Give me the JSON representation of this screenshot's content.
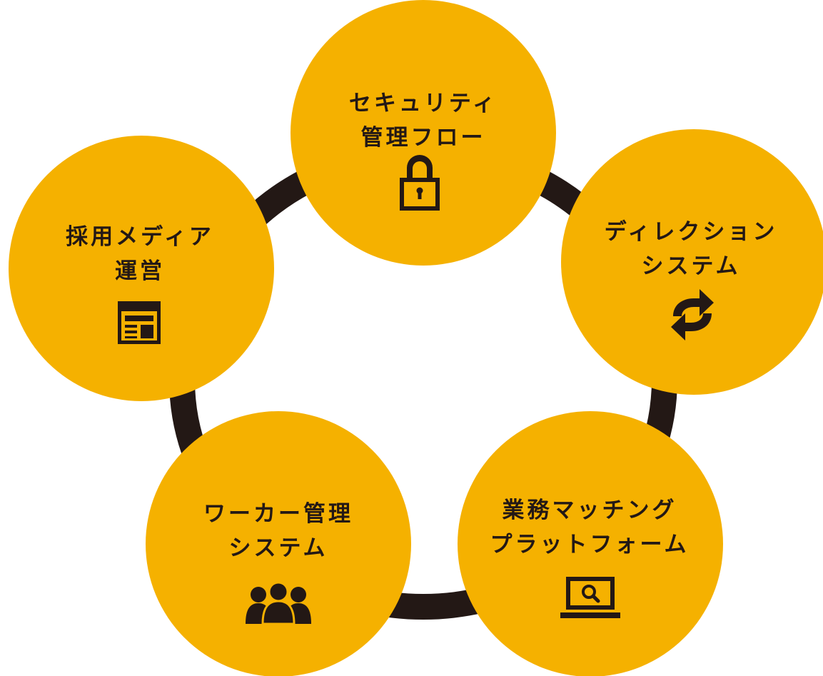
{
  "colors": {
    "node_fill": "#F5B100",
    "ring": "#231815",
    "icon": "#231815",
    "text": "#231815",
    "background": "#FFFFFF"
  },
  "nodes": [
    {
      "id": "security",
      "line1": "セキュリティ",
      "line2": "管理フロー",
      "icon": "lock-icon"
    },
    {
      "id": "direction",
      "line1": "ディレクション",
      "line2": "システム",
      "icon": "sync-arrows-icon"
    },
    {
      "id": "matching",
      "line1": "業務マッチング",
      "line2": "プラットフォーム",
      "icon": "laptop-search-icon"
    },
    {
      "id": "worker",
      "line1": "ワーカー管理",
      "line2": "システム",
      "icon": "users-group-icon"
    },
    {
      "id": "media",
      "line1": "採用メディア",
      "line2": "運営",
      "icon": "web-layout-icon"
    }
  ]
}
